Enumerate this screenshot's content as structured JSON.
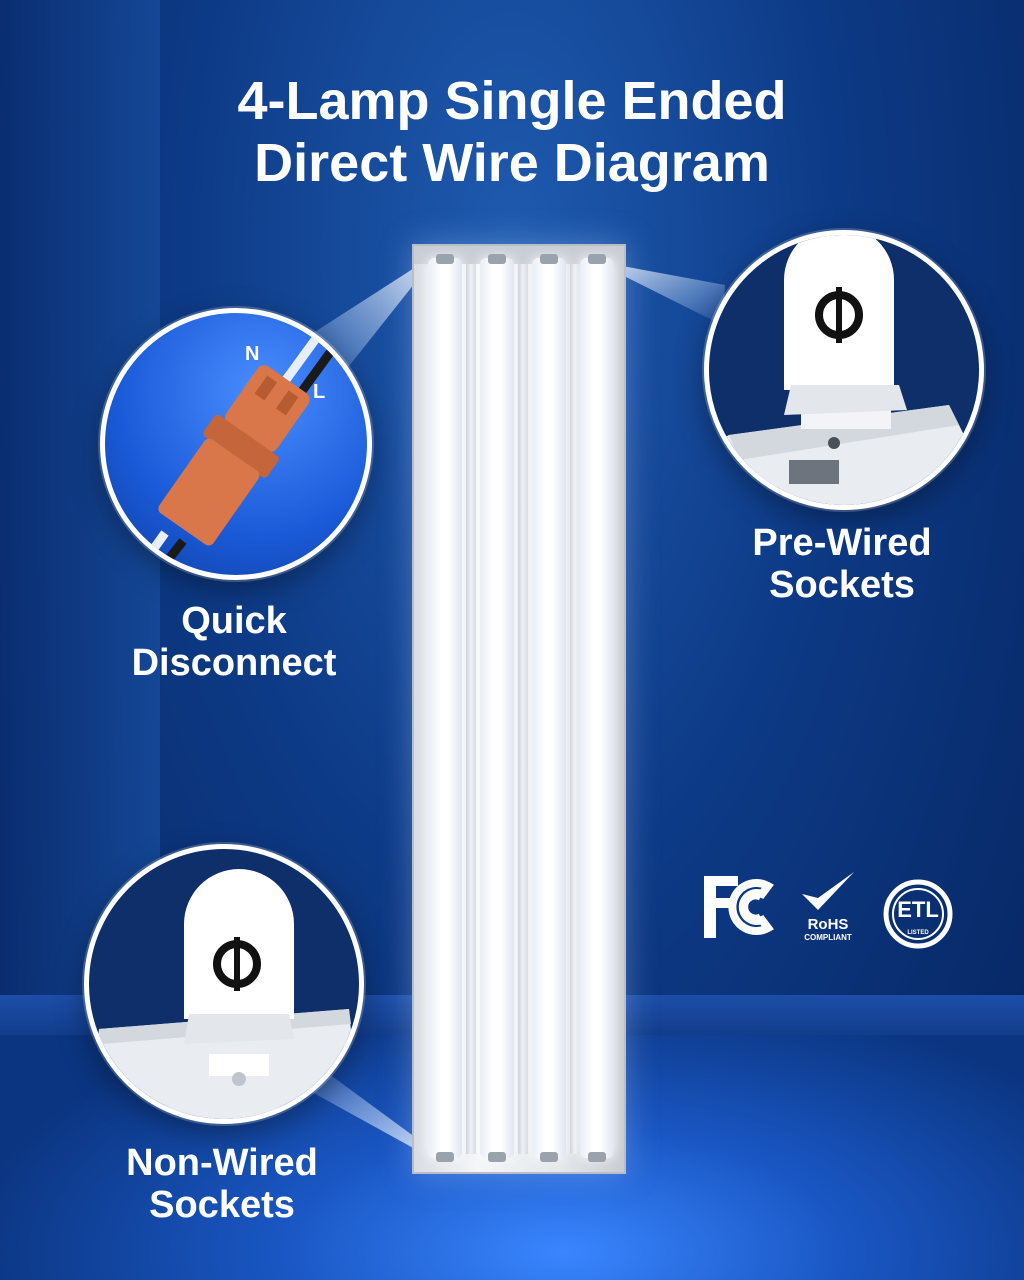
{
  "title": {
    "line1": "4-Lamp Single Ended",
    "line2": "Direct Wire Diagram"
  },
  "callouts": {
    "quick_disconnect": {
      "line1": "Quick",
      "line2": "Disconnect",
      "wire_n": "N",
      "wire_l": "L"
    },
    "pre_wired": {
      "line1": "Pre-Wired",
      "line2": "Sockets"
    },
    "non_wired": {
      "line1": "Non-Wired",
      "line2": "Sockets"
    }
  },
  "certifications": {
    "fcc": "FC",
    "rohs": "RoHS",
    "rohs_sub": "COMPLIANT",
    "etl": "ETL",
    "etl_sub": "LISTED"
  },
  "colors": {
    "background": "#0d3a86",
    "accent": "#ffffff",
    "connector": "#d9764a"
  }
}
